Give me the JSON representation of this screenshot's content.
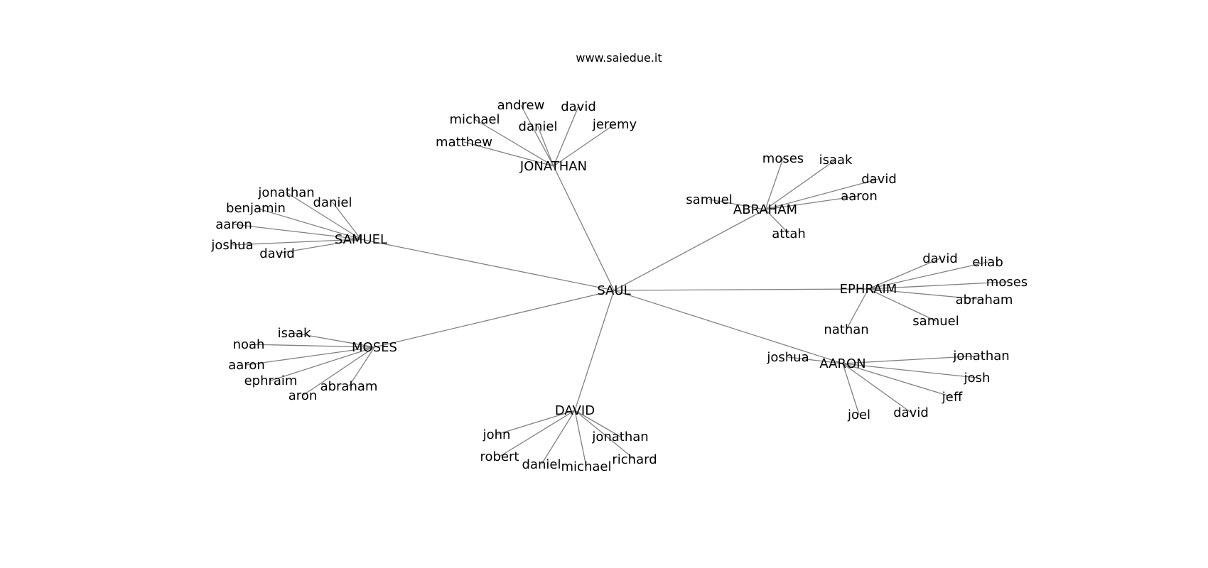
{
  "source": "www.saiedue.it",
  "root": "SAUL",
  "groups": [
    {
      "name": "JONATHAN",
      "leaves": [
        "andrew",
        "david",
        "michael",
        "daniel",
        "jeremy",
        "matthew"
      ]
    },
    {
      "name": "ABRAHAM",
      "leaves": [
        "moses",
        "isaak",
        "david",
        "samuel",
        "aaron",
        "attah"
      ]
    },
    {
      "name": "EPHRAIM",
      "leaves": [
        "david",
        "eliab",
        "moses",
        "abraham",
        "samuel",
        "nathan"
      ]
    },
    {
      "name": "AARON",
      "leaves": [
        "joshua",
        "jonathan",
        "josh",
        "jeff",
        "david",
        "joel"
      ]
    },
    {
      "name": "DAVID",
      "leaves": [
        "john",
        "jonathan",
        "robert",
        "richard",
        "daniel",
        "michael"
      ]
    },
    {
      "name": "MOSES",
      "leaves": [
        "isaak",
        "noah",
        "aaron",
        "ephraim",
        "abraham",
        "aron"
      ]
    },
    {
      "name": "SAMUEL",
      "leaves": [
        "jonathan",
        "daniel",
        "benjamin",
        "aaron",
        "joshua",
        "david"
      ]
    }
  ]
}
